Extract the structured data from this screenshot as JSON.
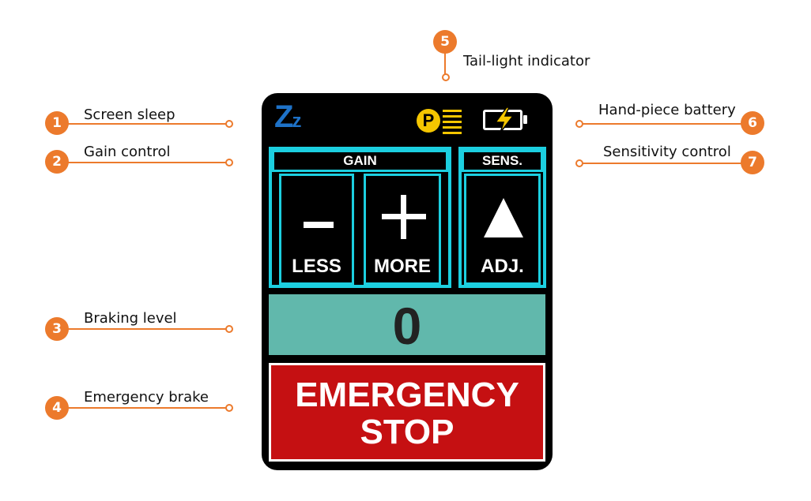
{
  "callouts": [
    {
      "number": "1",
      "label": "Screen sleep"
    },
    {
      "number": "2",
      "label": "Gain control"
    },
    {
      "number": "3",
      "label": "Braking level"
    },
    {
      "number": "4",
      "label": "Emergency brake"
    },
    {
      "number": "5",
      "label": "Tail-light indicator"
    },
    {
      "number": "6",
      "label": "Hand-piece battery"
    },
    {
      "number": "7",
      "label": "Sensitivity control"
    }
  ],
  "device": {
    "sleep_icon_big": "Z",
    "sleep_icon_small": "z",
    "taillight_letter": "P",
    "gain": {
      "title": "GAIN",
      "less_symbol": "−",
      "less_label": "LESS",
      "more_symbol": "+",
      "more_label": "MORE"
    },
    "sens": {
      "title": "SENS.",
      "adj_label": "ADJ."
    },
    "braking_level": "0",
    "emergency": {
      "line1": "EMERGENCY",
      "line2": "STOP"
    }
  },
  "colors": {
    "accent": "#ec7a2c",
    "panel_border": "#1ccfe0",
    "braking_bg": "#61b8ac",
    "stop_bg": "#c51012",
    "sleep_icon": "#1e72c8",
    "taillight": "#f5c600",
    "bolt": "#f5c600"
  }
}
